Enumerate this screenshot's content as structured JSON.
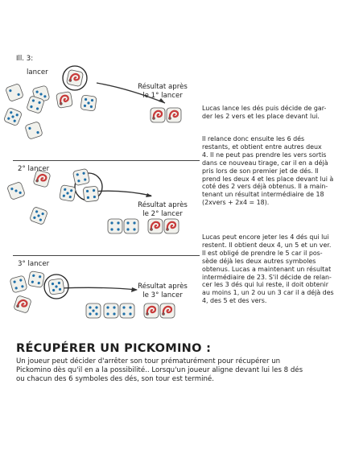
{
  "illustration": {
    "label": "Ill. 3:",
    "rounds": [
      {
        "label": "lancer",
        "result_caption": [
          "Résultat après",
          "le 1° lancer"
        ]
      },
      {
        "label": "2° lancer",
        "result_caption": [
          "Résultat après",
          "le 2° lancer"
        ]
      },
      {
        "label": "3° lancer",
        "result_caption": [
          "Résultat après",
          "le 3° lancer"
        ]
      }
    ]
  },
  "paragraphs": [
    [
      "Lucas lance les dés puis décide de gar-",
      "der les 2 vers et les place devant lui."
    ],
    [
      "Il relance donc ensuite les 6 dés",
      "restants, et obtient entre autres deux",
      "4. Il ne peut pas prendre les vers sortis",
      "dans ce nouveau tirage, car il en a déjà",
      "pris lors de son premier jet de dés. Il",
      "prend les deux 4 et les place devant lui à",
      "coté des 2 vers déjà obtenus. Il a main-",
      "tenant un résultat intermédiaire de 18",
      "(2xvers + 2x4 = 18)."
    ],
    [
      "Lucas peut encore jeter les 4 dés qui lui",
      "restent. Il obtient deux 4, un 5 et un ver.",
      "Il est obligé de prendre le 5 car il pos-",
      "sède déjà les deux autres symboles",
      "obtenus. Lucas a maintenant un résultat",
      "intermédiaire de 23. S'il décide de relan-",
      "cer les 3 dés qui lui reste, il doit obtenir",
      "au moins 1, un 2 ou un 3 car il a déjà des",
      "4, des 5 et des vers."
    ]
  ],
  "section": {
    "title": "RÉCUPÉRER UN PICKOMINO :",
    "lines": [
      "Un joueur peut décider d'arrêter son tour prématurément pour récupérer un",
      "Pickomino dès qu'il en a la possibilité.. Lorsqu'un joueur aligne devant lui les 8 dés",
      "ou chacun des 6 symboles des dés, son tour est terminé."
    ]
  },
  "colors": {
    "text": "#1e1e1e",
    "die_face": "#f1f1ec",
    "pip": "#1f6fa8",
    "worm": "#c83a3a",
    "divider": "#444444"
  }
}
